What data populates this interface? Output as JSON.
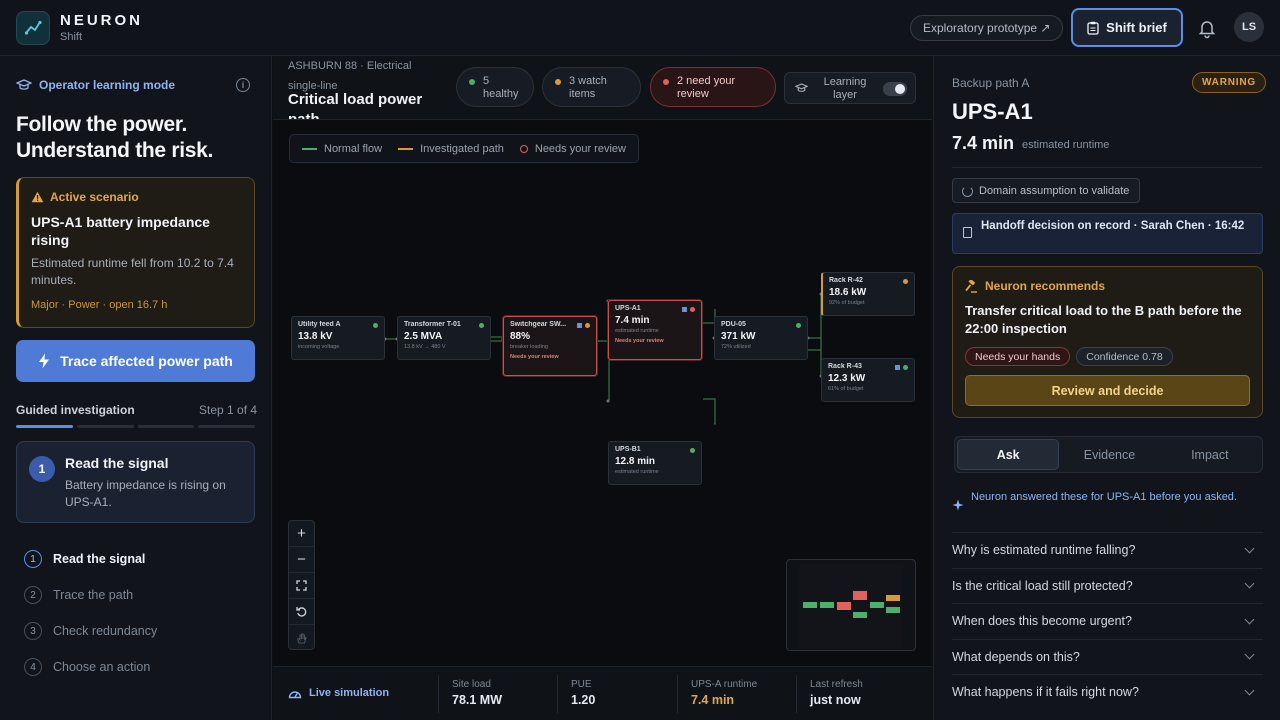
{
  "header": {
    "brand": "NEURON",
    "brand_sub": "Shift",
    "prototype_label": "Exploratory prototype ↗",
    "shift_brief_label": "Shift brief",
    "avatar_initials": "LS"
  },
  "sidebar": {
    "mode_label": "Operator learning mode",
    "hero_line1": "Follow the power.",
    "hero_line2": "Understand the risk.",
    "scenario": {
      "tag": "Active scenario",
      "title": "UPS-A1 battery impedance rising",
      "description": "Estimated runtime fell from 10.2 to 7.4 minutes.",
      "meta": "Major · Power · open 16.7 h"
    },
    "trace_button": "Trace affected power path",
    "guided_label": "Guided investigation",
    "step_of": "Step 1 of 4",
    "current_step": {
      "number": "1",
      "title": "Read the signal",
      "description": "Battery impedance is rising on UPS-A1."
    },
    "steps": [
      {
        "number": "1",
        "label": "Read the signal"
      },
      {
        "number": "2",
        "label": "Trace the path"
      },
      {
        "number": "3",
        "label": "Check redundancy"
      },
      {
        "number": "4",
        "label": "Choose an action"
      }
    ]
  },
  "center": {
    "breadcrumb": "ASHBURN 88 · Electrical single-line",
    "title": "Critical load power path",
    "status": {
      "healthy": "5 healthy",
      "watch": "3 watch items",
      "review": "2 need your review"
    },
    "learning_layer": "Learning layer",
    "legend": {
      "normal": "Normal flow",
      "investigated": "Investigated path",
      "review": "Needs your review"
    },
    "nodes": {
      "utility": {
        "label": "Utility feed A",
        "value": "13.8 kV",
        "sub": "incoming voltage"
      },
      "transformer": {
        "label": "Transformer T-01",
        "value": "2.5 MVA",
        "sub": "13.8 kV → 480 V"
      },
      "switchgear": {
        "label": "Switchgear SW...",
        "value": "88%",
        "sub": "breaker loading",
        "review": "Needs your review"
      },
      "upsa1": {
        "label": "UPS-A1",
        "value": "7.4 min",
        "sub": "estimated runtime",
        "review": "Needs your review"
      },
      "upsb1": {
        "label": "UPS-B1",
        "value": "12.8 min",
        "sub": "estimated runtime"
      },
      "pdu05": {
        "label": "PDU-05",
        "value": "371 kW",
        "sub": "72% utilized"
      },
      "rack42": {
        "label": "Rack R-42",
        "value": "18.6 kW",
        "sub": "92% of budget"
      },
      "rack43": {
        "label": "Rack R-43",
        "value": "12.3 kW",
        "sub": "61% of budget"
      }
    },
    "colors": {
      "normal": "#4caf6a",
      "investigated": "#d69a38",
      "review": "#e0615e"
    },
    "footer": {
      "live": "Live simulation",
      "site_load_label": "Site load",
      "site_load": "78.1 MW",
      "pue_label": "PUE",
      "pue": "1.20",
      "ups_label": "UPS-A runtime",
      "ups": "7.4 min",
      "refresh_label": "Last refresh",
      "refresh": "just now"
    }
  },
  "detail": {
    "kicker": "Backup path A",
    "badge": "WARNING",
    "title": "UPS-A1",
    "runtime": "7.4 min",
    "runtime_label": "estimated runtime",
    "assumption": "Domain assumption to validate",
    "handoff": "Handoff decision on record · Sarah Chen · 16:42",
    "recommend_tag": "Neuron recommends",
    "recommend_text": "Transfer critical load to the B path before the 22:00 inspection",
    "chip_hands": "Needs your hands",
    "chip_confidence": "Confidence 0.78",
    "review_button": "Review and decide",
    "tabs": [
      "Ask",
      "Evidence",
      "Impact"
    ],
    "answered": "Neuron answered these for UPS-A1 before you asked.",
    "questions": [
      "Why is estimated runtime falling?",
      "Is the critical load still protected?",
      "When does this become urgent?",
      "What depends on this?",
      "What happens if it fails right now?"
    ]
  }
}
